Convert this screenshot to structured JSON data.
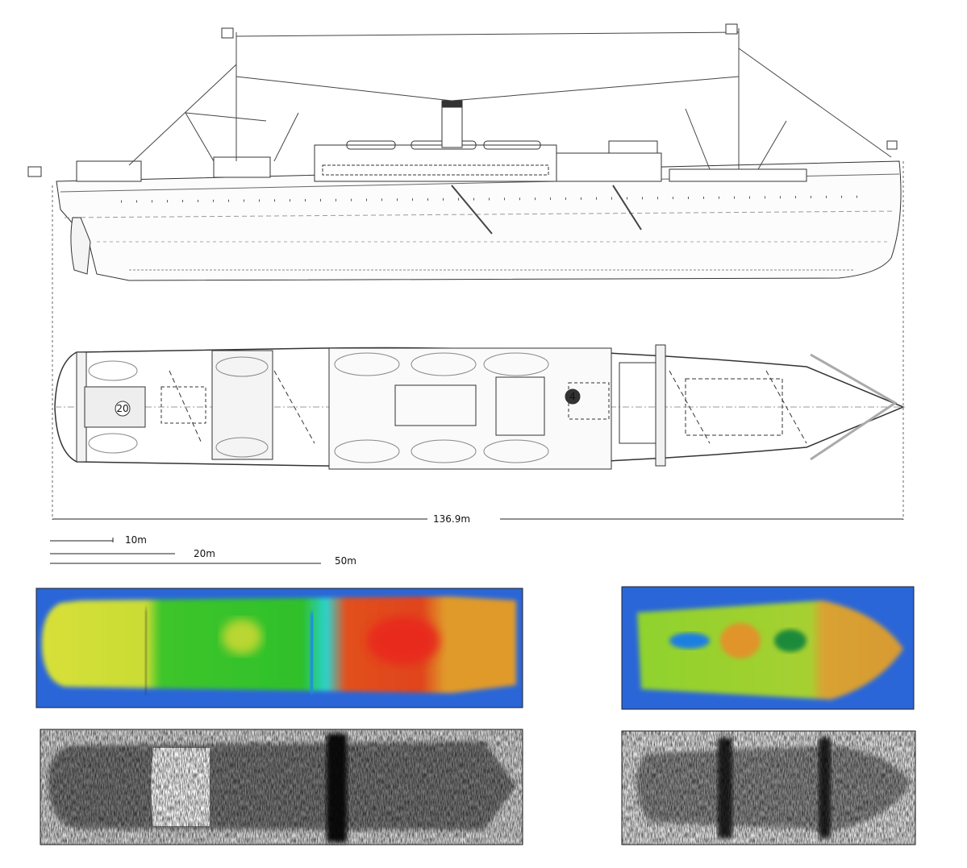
{
  "figure": {
    "overall_length_label": "136.9m",
    "scale_bars": [
      {
        "label": "10m",
        "meters": 10
      },
      {
        "label": "20m",
        "meters": 20
      },
      {
        "label": "50m",
        "meters": 50
      }
    ],
    "plan_markers": [
      "20",
      "4"
    ],
    "panels": [
      "side-elevation",
      "deck-plan",
      "bathymetry-stern",
      "bathymetry-bow",
      "sonar-stern",
      "sonar-bow"
    ]
  },
  "colors": {
    "line": "#333333",
    "bathy_bg": "#2a66d8",
    "bathy_low": "#d9e23a",
    "bathy_mid": "#33c22a",
    "bathy_high": "#e0431c",
    "bathy_orange": "#e09a2a"
  }
}
